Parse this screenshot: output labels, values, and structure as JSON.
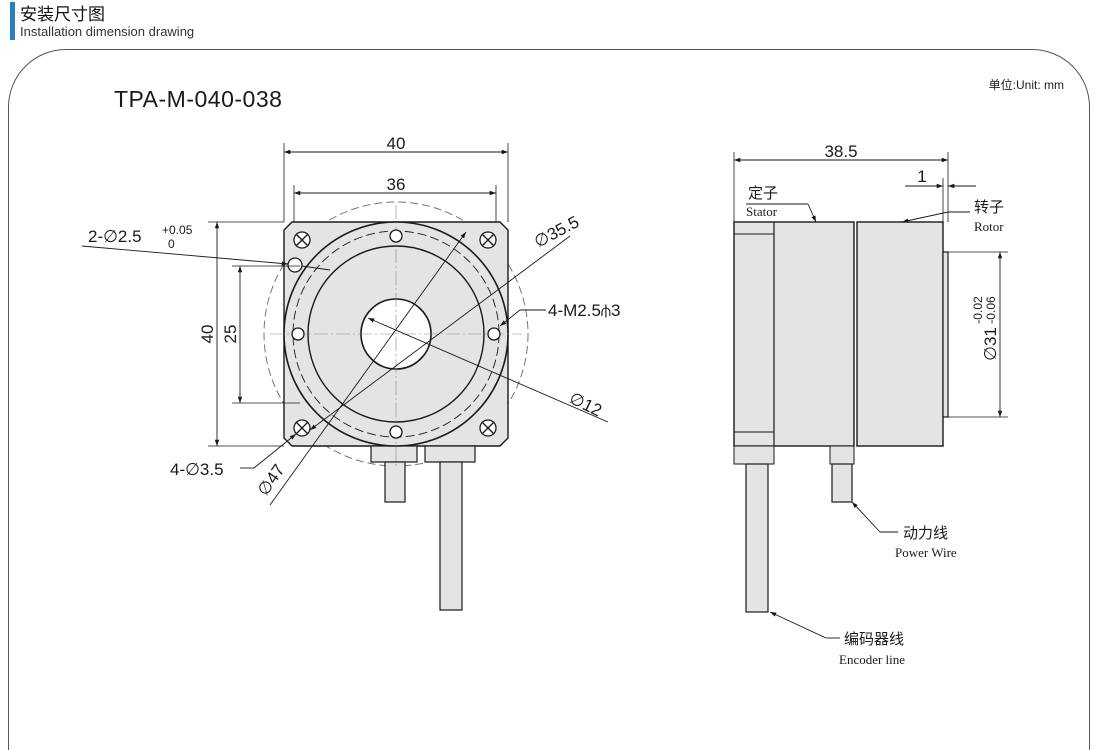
{
  "header": {
    "title_zh": "安装尺寸图",
    "title_en": "Installation dimension drawing"
  },
  "model": "TPA-M-040-038",
  "unit": "单位:Unit: mm",
  "front_view": {
    "dim_outer_width": "40",
    "dim_hole_spacing": "36",
    "dim_outer_height": "40",
    "dim_height_25": "25",
    "pin_hole_prefix": "2-∅2.5",
    "pin_hole_tol_upper": "+0.05",
    "pin_hole_tol_lower": "0",
    "dia_35_5": "∅35.5",
    "tapped_holes": "4-M2.5⫛3",
    "dia_12": "∅12",
    "mount_holes": "4-∅3.5",
    "dia_47": "∅47"
  },
  "side_view": {
    "dim_length": "38.5",
    "dim_1": "1",
    "dia_31": "∅31",
    "dia_31_tol_upper": "-0.02",
    "dia_31_tol_lower": "-0.06",
    "stator_zh": "定子",
    "stator_en": "Stator",
    "rotor_zh": "转子",
    "rotor_en": "Rotor",
    "power_wire_zh": "动力线",
    "power_wire_en": "Power Wire",
    "encoder_zh": "编码器线",
    "encoder_en": "Encoder line"
  },
  "colors": {
    "accent": "#2a7fc0",
    "body_fill": "#e4e4e4",
    "line": "#1a1a1a"
  }
}
